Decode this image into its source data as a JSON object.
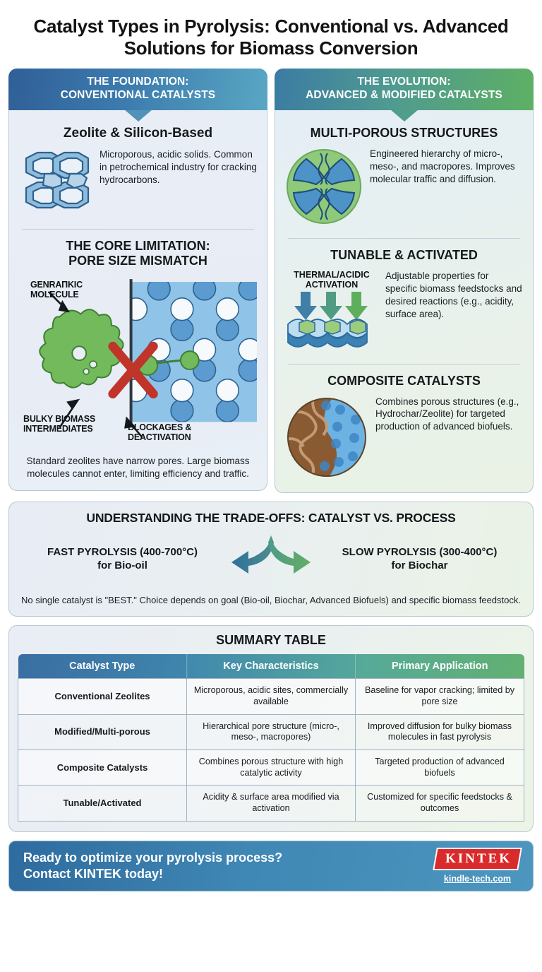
{
  "title": "Catalyst Types in Pyrolysis: Conventional vs. Advanced Solutions for Biomass Conversion",
  "colors": {
    "blue_dark": "#2f5f96",
    "blue_mid": "#3d7daf",
    "teal": "#4f9a91",
    "green": "#5eb063",
    "red_accent": "#c0392b",
    "brand_red": "#d92b2b"
  },
  "left_panel": {
    "banner_line1": "THE FOUNDATION:",
    "banner_line2": "CONVENTIONAL CATALYSTS",
    "section1": {
      "heading": "Zeolite & Silicon-Based",
      "icon": "zeolite-framework-icon",
      "description": "Microporous, acidic solids. Common in petrochemical industry for cracking hydrocarbons."
    },
    "section2": {
      "heading_line1": "THE CORE LIMITATION:",
      "heading_line2": "PORE SIZE MISMATCH",
      "label_generic_line1": "GENRAΠKIC",
      "label_generic_line2": "MOLECULE",
      "label_bulky_line1": "BULKY BIOMASS",
      "label_bulky_line2": "INTERMEDIATES",
      "label_block_line1": "BLOCKAGES &",
      "label_block_line2": "DEACTIVATION",
      "caption": "Standard zeolites have narrow pores. Large biomass molecules cannot enter, limiting efficiency and traffic."
    }
  },
  "right_panel": {
    "banner_line1": "THE EVOLUTION:",
    "banner_line2": "ADVANCED & MODIFIED CATALYSTS",
    "section1": {
      "heading": "MULTI-POROUS STRUCTURES",
      "icon": "hierarchical-pore-circle-icon",
      "description": "Engineered hierarchy of micro-, meso-, and macropores. Improves molecular traffic and diffusion."
    },
    "section2": {
      "heading": "TUNABLE & ACTIVATED",
      "icon": "thermal-acidic-activation-icon",
      "label_line1": "THERMAL/ACIDIC",
      "label_line2": "ACTIVATION",
      "description": "Adjustable properties for specific biomass feedstocks and desired reactions (e.g., acidity, surface area)."
    },
    "section3": {
      "heading": "COMPOSITE CATALYSTS",
      "icon": "composite-sphere-icon",
      "description": "Combines porous structures (e.g., Hydrochar/Zeolite) for targeted production of advanced biofuels."
    }
  },
  "tradeoffs": {
    "heading": "UNDERSTANDING THE TRADE-OFFS: CATALYST VS. PROCESS",
    "left_line1": "FAST PYROLYSIS (400-700°C)",
    "left_line2": "for Bio-oil",
    "right_line1": "SLOW PYROLYSIS (300-400°C)",
    "right_line2": "for Biochar",
    "note": "No single catalyst is \"BEST.\" Choice depends on goal (Bio-oil, Biochar, Advanced Biofuels) and specific biomass feedstock."
  },
  "summary": {
    "heading": "SUMMARY TABLE",
    "columns": [
      "Catalyst Type",
      "Key Characteristics",
      "Primary Application"
    ],
    "rows": [
      {
        "type": "Conventional Zeolites",
        "characteristics": "Microporous, acidic sites, commercially available",
        "application": "Baseline for vapor cracking; limited by pore size"
      },
      {
        "type": "Modified/Multi-porous",
        "characteristics": "Hierarchical pore structure (micro-, meso-, macropores)",
        "application": "Improved diffusion for bulky biomass molecules in fast pyrolysis"
      },
      {
        "type": "Composite Catalysts",
        "characteristics": "Combines porous structure with high catalytic activity",
        "application": "Targeted production of advanced biofuels"
      },
      {
        "type": "Tunable/Activated",
        "characteristics": "Acidity & surface area modified via activation",
        "application": "Customized for specific feedstocks & outcomes"
      }
    ]
  },
  "footer": {
    "cta_line1": "Ready to optimize your pyrolysis process?",
    "cta_line2": "Contact KINTEK today!",
    "logo_text": "KINTEK",
    "url": "kindle-tech.com"
  }
}
